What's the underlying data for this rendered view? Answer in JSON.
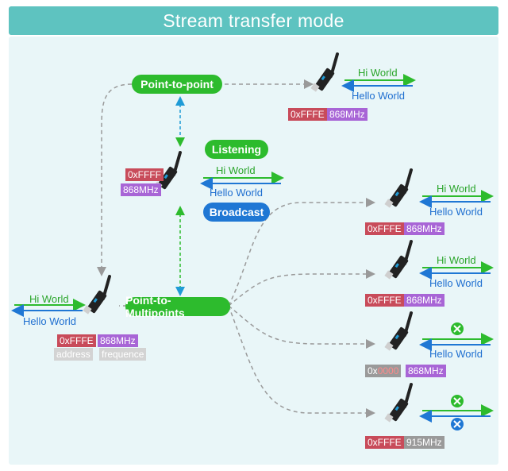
{
  "title": "Stream transfer mode",
  "nodes": {
    "p2p": "Point-to-point",
    "listening": "Listening",
    "broadcast": "Broadcast",
    "p2mp": "Point-to-Multipoints"
  },
  "messages": {
    "hi": "Hi World",
    "hello": "Hello World"
  },
  "tags": {
    "addr_fffe": "0xFFFE",
    "addr_ffff": "0xFFFF",
    "addr_0x": "0x",
    "addr_0000": "0000",
    "freq_868": "868MHz",
    "freq_915": "915MHz",
    "address_label": "address",
    "frequence_label": "frequence"
  },
  "colors": {
    "green": "#2dbb2d",
    "blue": "#1f77d4",
    "red_tag": "#c84b5a",
    "purple_tag": "#a865d6",
    "teal": "#5ec3c0"
  },
  "icons": {
    "module": "lora-usb-module-icon",
    "cross": "cross-circle-icon"
  }
}
